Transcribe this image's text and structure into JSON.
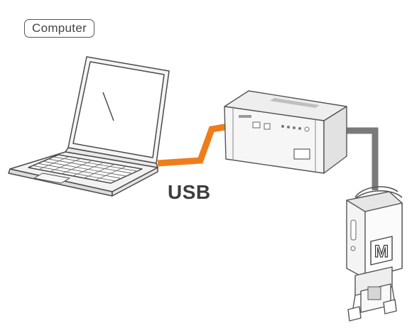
{
  "computer_label": "Computer",
  "cable_label": "USB",
  "device_brand": "M",
  "colors": {
    "usb_cable": "#ef7d1a",
    "device_cable": "#7a7a7a",
    "outline": "#555555"
  },
  "icons": [
    "laptop-icon",
    "control-box-icon",
    "gripper-device-icon"
  ]
}
